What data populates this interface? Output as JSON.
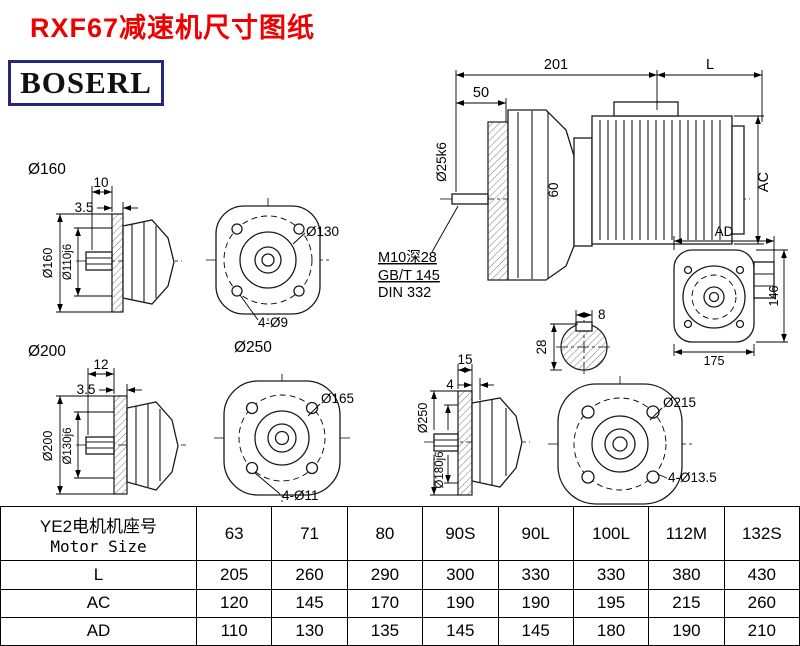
{
  "page": {
    "title": "RXF67减速机尺寸图纸",
    "logo_text": "BOSERL"
  },
  "drawings": {
    "side_view": {
      "dim_201": "201",
      "dim_l": "L",
      "dim_50": "50",
      "shaft_dia": "Ø25k6",
      "dim_60": "60",
      "dim_ac": "AC",
      "note_1": "M10深28",
      "note_2": "GB/T 145",
      "note_3": "DIN 332"
    },
    "flange_160": {
      "caption": "Ø160",
      "dim_10": "10",
      "dim_3_5": "3.5",
      "dia_outer": "Ø160",
      "dia_spigot": "Ø110j6"
    },
    "front_130": {
      "bolt_circle": "Ø130",
      "holes": "4-Ø9"
    },
    "key_section": {
      "dim_8": "8",
      "dim_28": "28"
    },
    "rear_view": {
      "dim_ad": "AD",
      "dim_146": "146",
      "dim_175": "175"
    },
    "flange_200": {
      "caption": "Ø200",
      "dim_12": "12",
      "dim_3_5": "3.5",
      "dia_outer": "Ø200",
      "dia_spigot": "Ø130j6"
    },
    "front_250": {
      "caption": "Ø250",
      "bolt_circle": "Ø165",
      "holes": "4-Ø11"
    },
    "flange_250": {
      "dim_15": "15",
      "dim_4": "4",
      "dia_outer": "Ø250",
      "dia_spigot": "Ø180j6"
    },
    "front_215": {
      "bolt_circle": "Ø215",
      "holes": "4-Ø13.5"
    }
  },
  "table": {
    "header_cn": "YE2电机机座号",
    "header_en": "Motor Size",
    "columns": [
      "63",
      "71",
      "80",
      "90S",
      "90L",
      "100L",
      "112M",
      "132S"
    ],
    "rows": [
      {
        "label": "L",
        "values": [
          "205",
          "260",
          "290",
          "300",
          "330",
          "330",
          "380",
          "430"
        ]
      },
      {
        "label": "AC",
        "values": [
          "120",
          "145",
          "170",
          "190",
          "190",
          "195",
          "215",
          "260"
        ]
      },
      {
        "label": "AD",
        "values": [
          "110",
          "130",
          "135",
          "145",
          "145",
          "180",
          "190",
          "210"
        ]
      }
    ]
  }
}
